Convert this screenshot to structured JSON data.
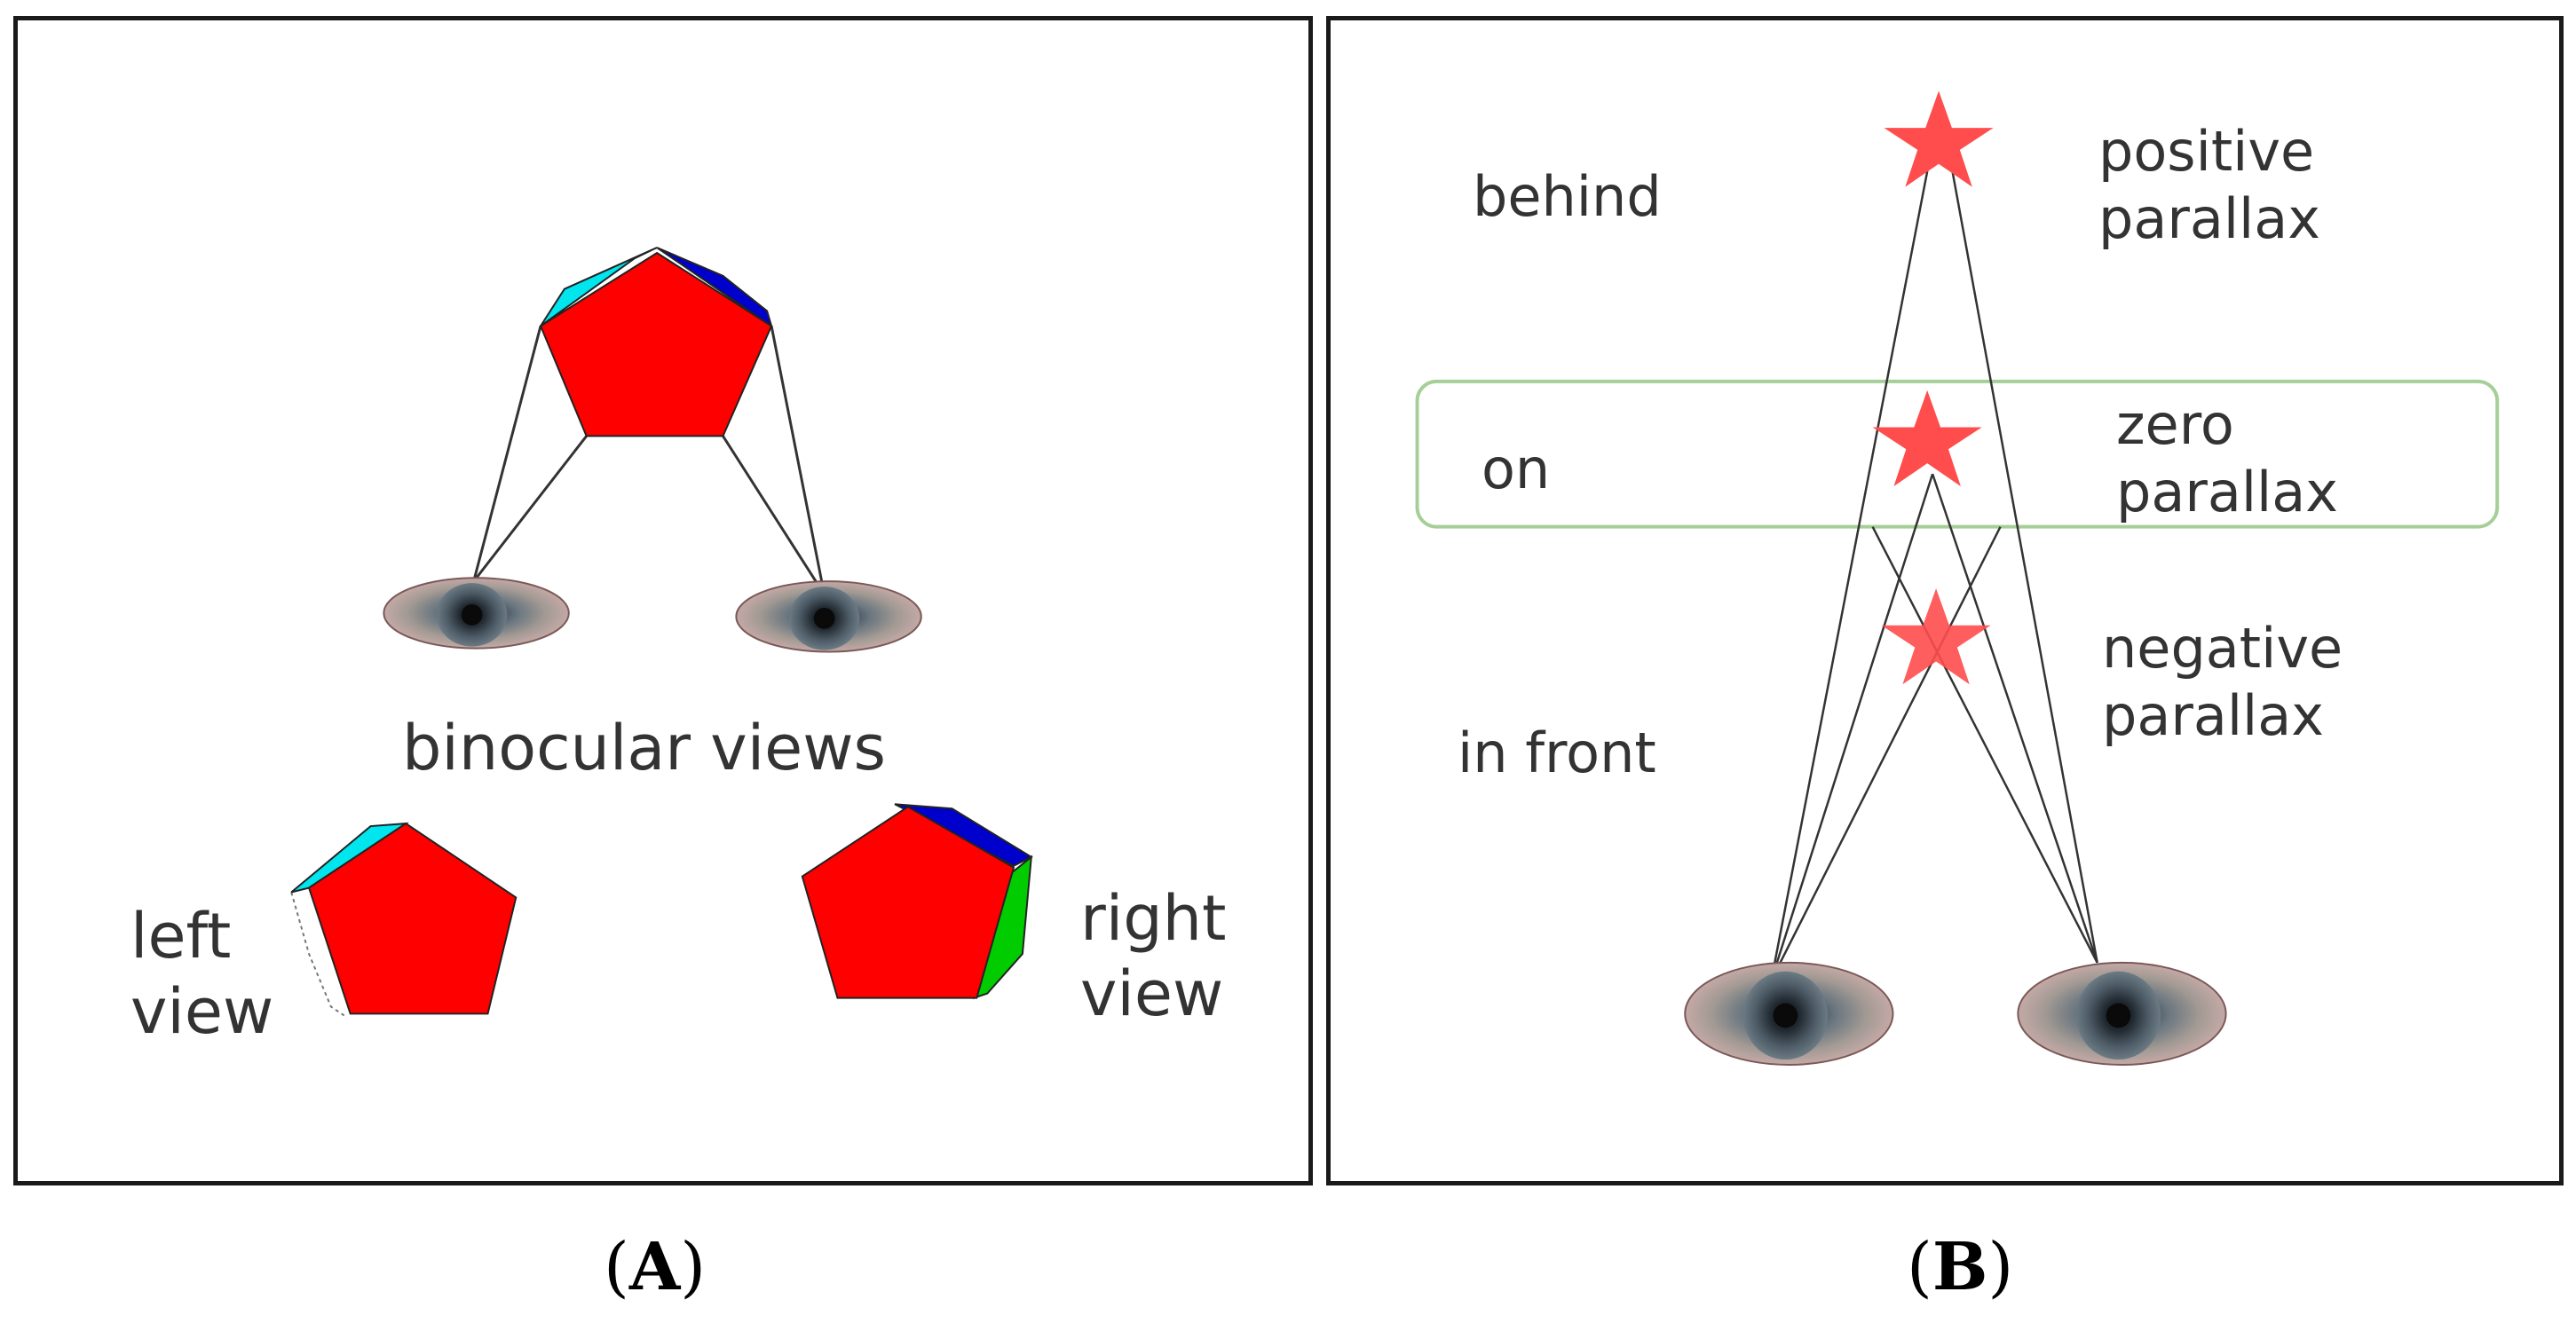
{
  "colors": {
    "object_red": "#ff0000",
    "face_cyan": "#00e5ee",
    "face_blue": "#0000cc",
    "face_green": "#00cc00",
    "star_red": "#ff4d4d",
    "zero_plane_outline": "#a6cf98",
    "line": "#333333",
    "border": "#1a1a1a"
  },
  "panel_a": {
    "caption_open": "(",
    "caption_letter": "A",
    "caption_close": ")",
    "binocular_label": "binocular views",
    "left_view_line1": "left",
    "left_view_line2": "view",
    "right_view_line1": "right",
    "right_view_line2": "view",
    "icons": [
      "pentagon-object-icon",
      "eye-icon",
      "eye-icon"
    ]
  },
  "panel_b": {
    "caption_open": "(",
    "caption_letter": "B",
    "caption_close": ")",
    "behind_label": "behind",
    "on_label": "on",
    "in_front_label": "in front",
    "positive_line1": "positive",
    "positive_line2": "parallax",
    "zero_line1": "zero",
    "zero_line2": "parallax",
    "negative_line1": "negative",
    "negative_line2": "parallax",
    "icons": [
      "star-icon",
      "star-icon",
      "star-icon",
      "eye-icon",
      "eye-icon"
    ]
  }
}
